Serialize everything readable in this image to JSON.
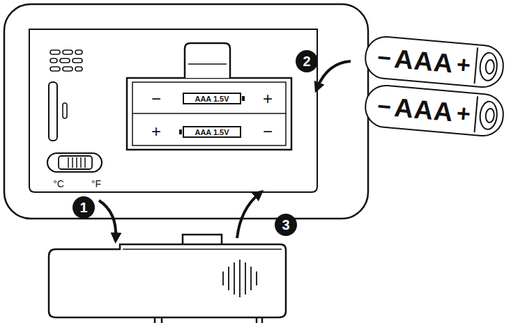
{
  "diagram": {
    "nodes": [
      {
        "text": [
          "1"
        ]
      },
      {
        "text": [
          "2"
        ]
      },
      {
        "text": [
          "3"
        ]
      },
      {
        "text": [
          "−",
          "AAA",
          "+"
        ]
      },
      {
        "text": [
          "−",
          "AAA",
          "+"
        ]
      },
      {
        "text": [
          "AAA 1.5V"
        ]
      },
      {
        "text": [
          "AAA 1.5V"
        ]
      }
    ],
    "labels": [
      "−",
      "+",
      "+",
      "−",
      "°C",
      "°F"
    ]
  }
}
